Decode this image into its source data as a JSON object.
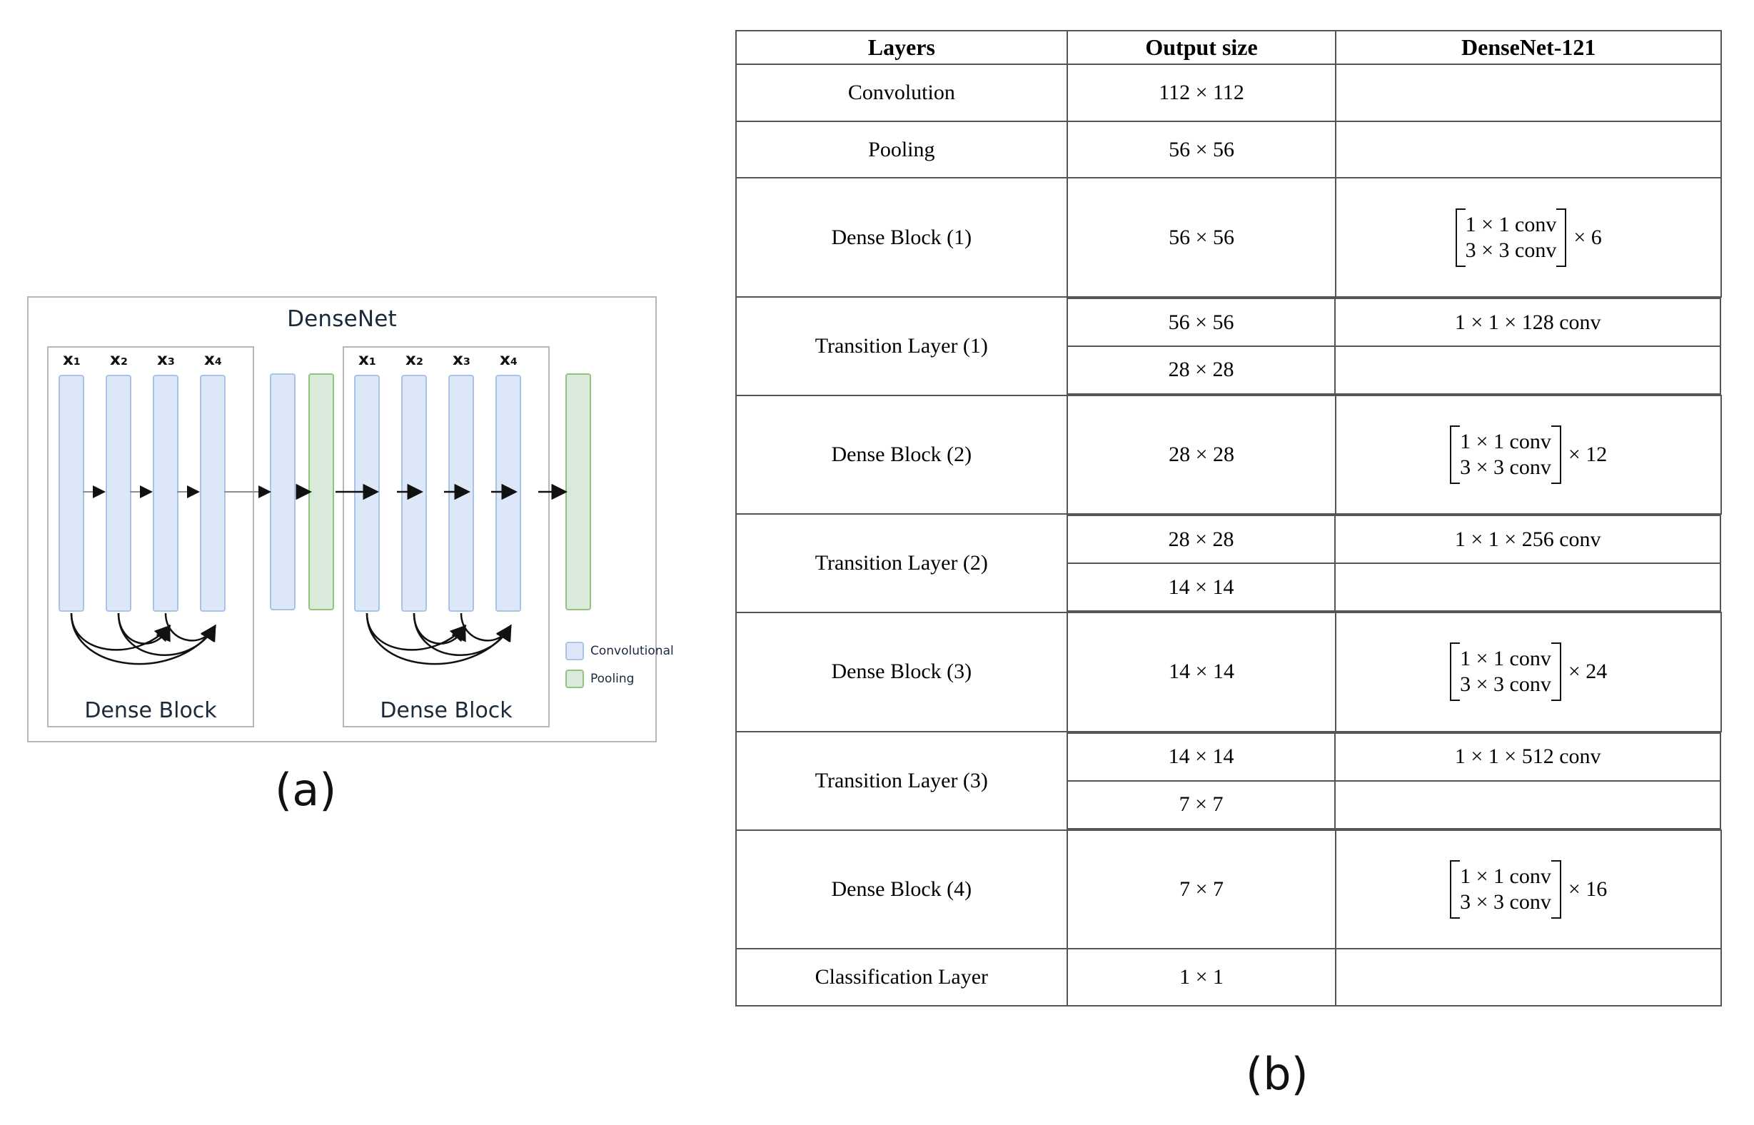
{
  "figure": {
    "caption_a": "(a)",
    "caption_b": "(b)"
  },
  "diagram": {
    "title": "DenseNet",
    "block_caption": "Dense Block",
    "layer_labels": [
      "x₁",
      "x₂",
      "x₃",
      "x₄"
    ],
    "legend": [
      {
        "label": "Convolutional",
        "color": "#dce7f7",
        "border": "#a9c4e8"
      },
      {
        "label": "Pooling",
        "color": "#d9eada",
        "border": "#93c47d"
      }
    ]
  },
  "table": {
    "headers": [
      "Layers",
      "Output size",
      "DenseNet-121"
    ],
    "rows": [
      {
        "layer": "Convolution",
        "output": "112 × 112",
        "detail": ""
      },
      {
        "layer": "Pooling",
        "output": "56 × 56",
        "detail": ""
      },
      {
        "layer": "Dense Block (1)",
        "output": "56 × 56",
        "detail_top": "1 × 1 conv",
        "detail_bottom": "3 × 3 conv",
        "multiplier": "× 6"
      },
      {
        "layer": "Transition Layer (1)",
        "output_top": "56 × 56",
        "output_bottom": "28 × 28",
        "detail_top": "1 × 1 × 128 conv",
        "detail_bottom": ""
      },
      {
        "layer": "Dense Block (2)",
        "output": "28 × 28",
        "detail_top": "1 × 1 conv",
        "detail_bottom": "3 × 3 conv",
        "multiplier": "× 12"
      },
      {
        "layer": "Transition Layer (2)",
        "output_top": "28 × 28",
        "output_bottom": "14 × 14",
        "detail_top": "1 × 1 × 256 conv",
        "detail_bottom": ""
      },
      {
        "layer": "Dense Block (3)",
        "output": "14 × 14",
        "detail_top": "1 × 1 conv",
        "detail_bottom": "3 × 3 conv",
        "multiplier": "× 24"
      },
      {
        "layer": "Transition Layer (3)",
        "output_top": "14 × 14",
        "output_bottom": "7 × 7",
        "detail_top": "1 × 1 × 512 conv",
        "detail_bottom": ""
      },
      {
        "layer": "Dense Block (4)",
        "output": "7 × 7",
        "detail_top": "1 × 1 conv",
        "detail_bottom": "3 × 3 conv",
        "multiplier": "× 16"
      },
      {
        "layer": "Classification Layer",
        "output": "1 × 1",
        "detail": ""
      }
    ]
  }
}
